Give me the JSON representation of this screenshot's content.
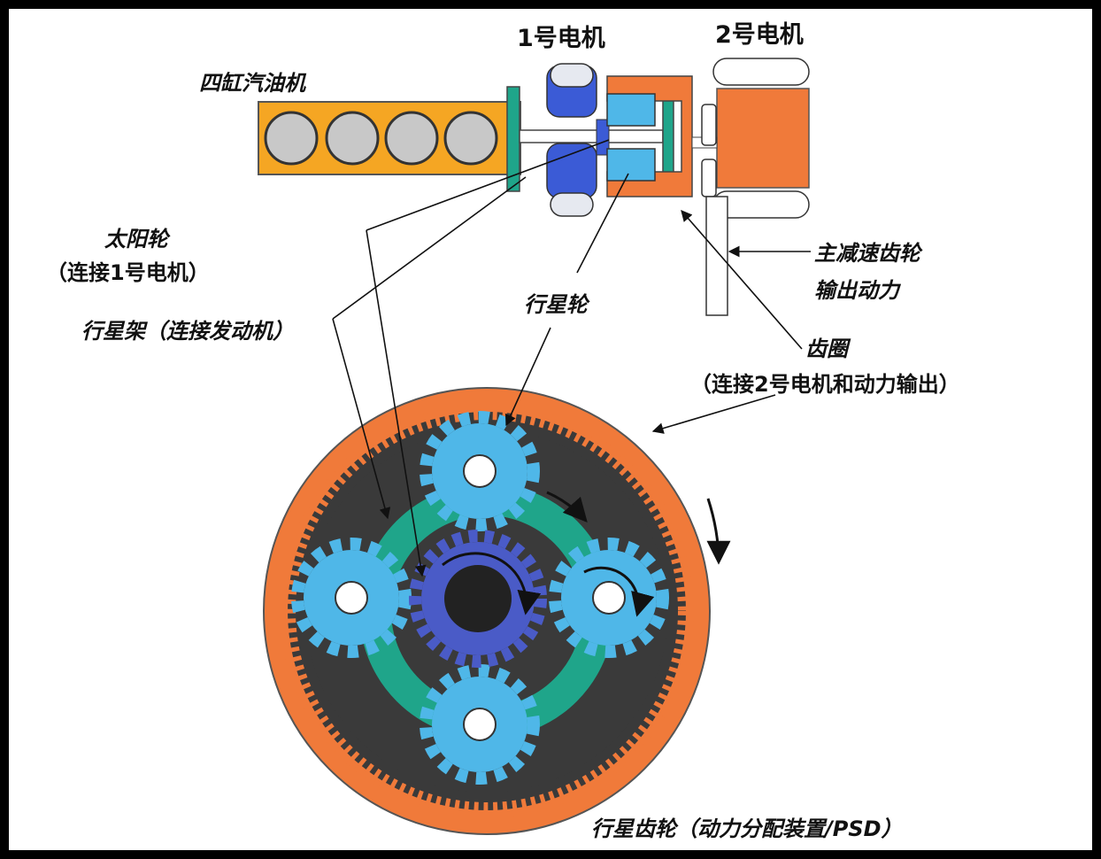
{
  "labels": {
    "engine": "四缸汽油机",
    "motor1": "1号电机",
    "motor2": "2号电机",
    "sun_gear": "太阳轮",
    "sun_gear_note": "（连接1号电机）",
    "planet_carrier": "行星架（连接发动机）",
    "planet_gear": "行星轮",
    "final_drive": "主减速齿轮",
    "final_drive_note": "输出动力",
    "ring_gear": "齿圈",
    "ring_gear_note": "（连接2号电机和动力输出）",
    "psd_caption": "行星齿轮（动力分配装置/PSD）"
  },
  "colors": {
    "engine_block": "#F5A623",
    "cylinder": "#C8C8C8",
    "motor1": "#3B5BD6",
    "motor2": "#F07A3A",
    "ring_gear": "#F07A3A",
    "gear_teeth_background": "#3A3A3A",
    "carrier": "#1FA58A",
    "planet_gear": "#4FB7E8",
    "sun_gear": "#4A5BC7",
    "sun_gear_hub": "#222222",
    "arrow": "#111111"
  }
}
